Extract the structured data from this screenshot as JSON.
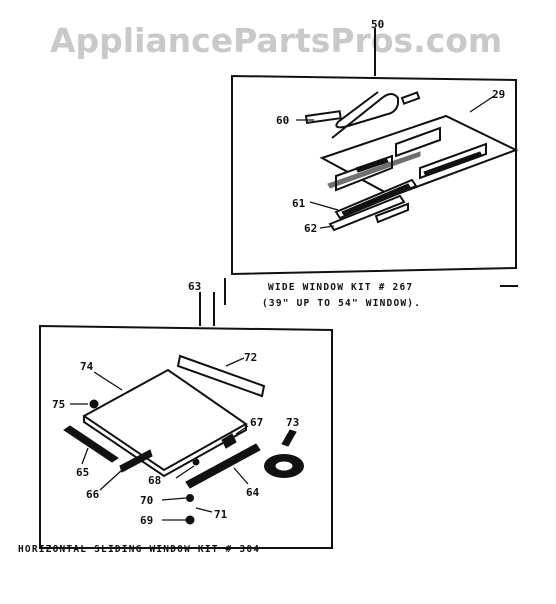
{
  "watermark": "AppliancePartsPros.com",
  "wide_kit": {
    "caption_line1": "WIDE WINDOW KIT  # 267",
    "caption_line2": "(39\" UP TO 54\" WINDOW).",
    "callouts": {
      "kit": "50",
      "part_a": "60",
      "panel": "29",
      "part_b": "61",
      "part_c": "62"
    }
  },
  "horizontal_kit": {
    "caption": "HORIZONTAL SLIDING WINDOW KIT  # 304",
    "callouts": {
      "kit": "63",
      "panel": "74",
      "strip": "72",
      "screw": "75",
      "angle": "67",
      "foam": "73",
      "rail_left": "65",
      "bracket": "66",
      "bolt": "68",
      "rail_right": "64",
      "washer": "70",
      "nut": "69",
      "lock": "71"
    }
  },
  "colors": {
    "ink": "#111111",
    "watermark": "#c9c9c9",
    "background": "#ffffff"
  }
}
